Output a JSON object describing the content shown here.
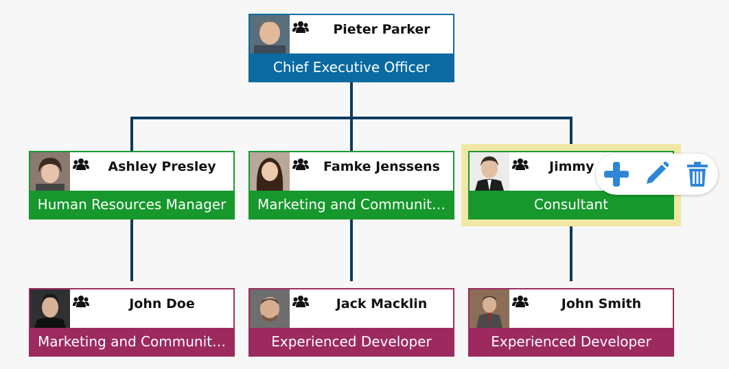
{
  "nodes": {
    "ceo": {
      "name": "Pieter Parker",
      "title": "Chief Executive Officer"
    },
    "hr": {
      "name": "Ashley Presley",
      "title": "Human Resources Manager"
    },
    "marketing": {
      "name": "Famke Jenssens",
      "title": "Marketing and Communit…"
    },
    "consultant": {
      "name": "Jimmy",
      "title": "Consultant"
    },
    "john_doe": {
      "name": "John Doe",
      "title": "Marketing and Communit…"
    },
    "jack": {
      "name": "Jack Macklin",
      "title": "Experienced Developer"
    },
    "john_smith": {
      "name": "John Smith",
      "title": "Experienced Developer"
    }
  },
  "toolbar": {
    "icons": [
      "plus-icon",
      "pencil-icon",
      "trash-icon"
    ]
  },
  "colors": {
    "blue": "#0a6aa1",
    "green": "#16982c",
    "purple": "#9c2a5f",
    "connector": "#0b3a5e",
    "highlight": "#f2e8a6",
    "toolbar_icon": "#2f86d6"
  }
}
